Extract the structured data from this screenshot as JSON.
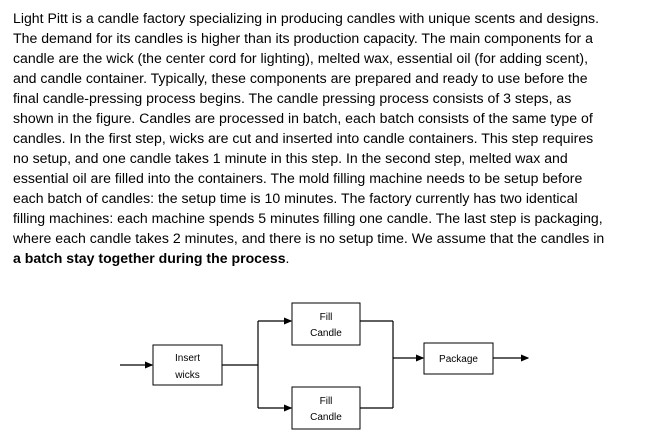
{
  "paragraph": {
    "lines": [
      "Light Pitt is a candle factory specializing in producing candles with unique scents and designs.",
      "The demand for its candles is higher than its production capacity. The main components for a",
      "candle are the wick (the center cord for lighting), melted wax, essential oil (for adding scent),",
      "and candle container. Typically, these components are prepared and ready to use before the",
      "final candle-pressing process begins. The candle pressing process consists of 3 steps, as",
      "shown in the figure. Candles are processed in batch, each batch consists of the same type of",
      "candles. In the first step, wicks are cut and inserted into candle containers. This step requires",
      "no setup, and one candle takes 1 minute in this step. In the second step, melted wax and",
      "essential oil are filled into the containers. The mold filling machine needs to be setup before",
      "each batch of candles: the setup time is 10 minutes. The factory currently has two identical",
      "filling machines: each machine spends 5 minutes filling one candle. The last step is packaging,",
      "where each candle takes 2 minutes, and there is no setup time. We assume that the candles in"
    ],
    "last_line_bold": "a batch stay together during the process",
    "last_line_end": "."
  },
  "diagram": {
    "insert": {
      "line1": "Insert",
      "line2": "wicks"
    },
    "fill_top": {
      "line1": "Fill",
      "line2": "Candle"
    },
    "fill_bottom": {
      "line1": "Fill",
      "line2": "Candle"
    },
    "package": {
      "line1": "Package"
    }
  }
}
